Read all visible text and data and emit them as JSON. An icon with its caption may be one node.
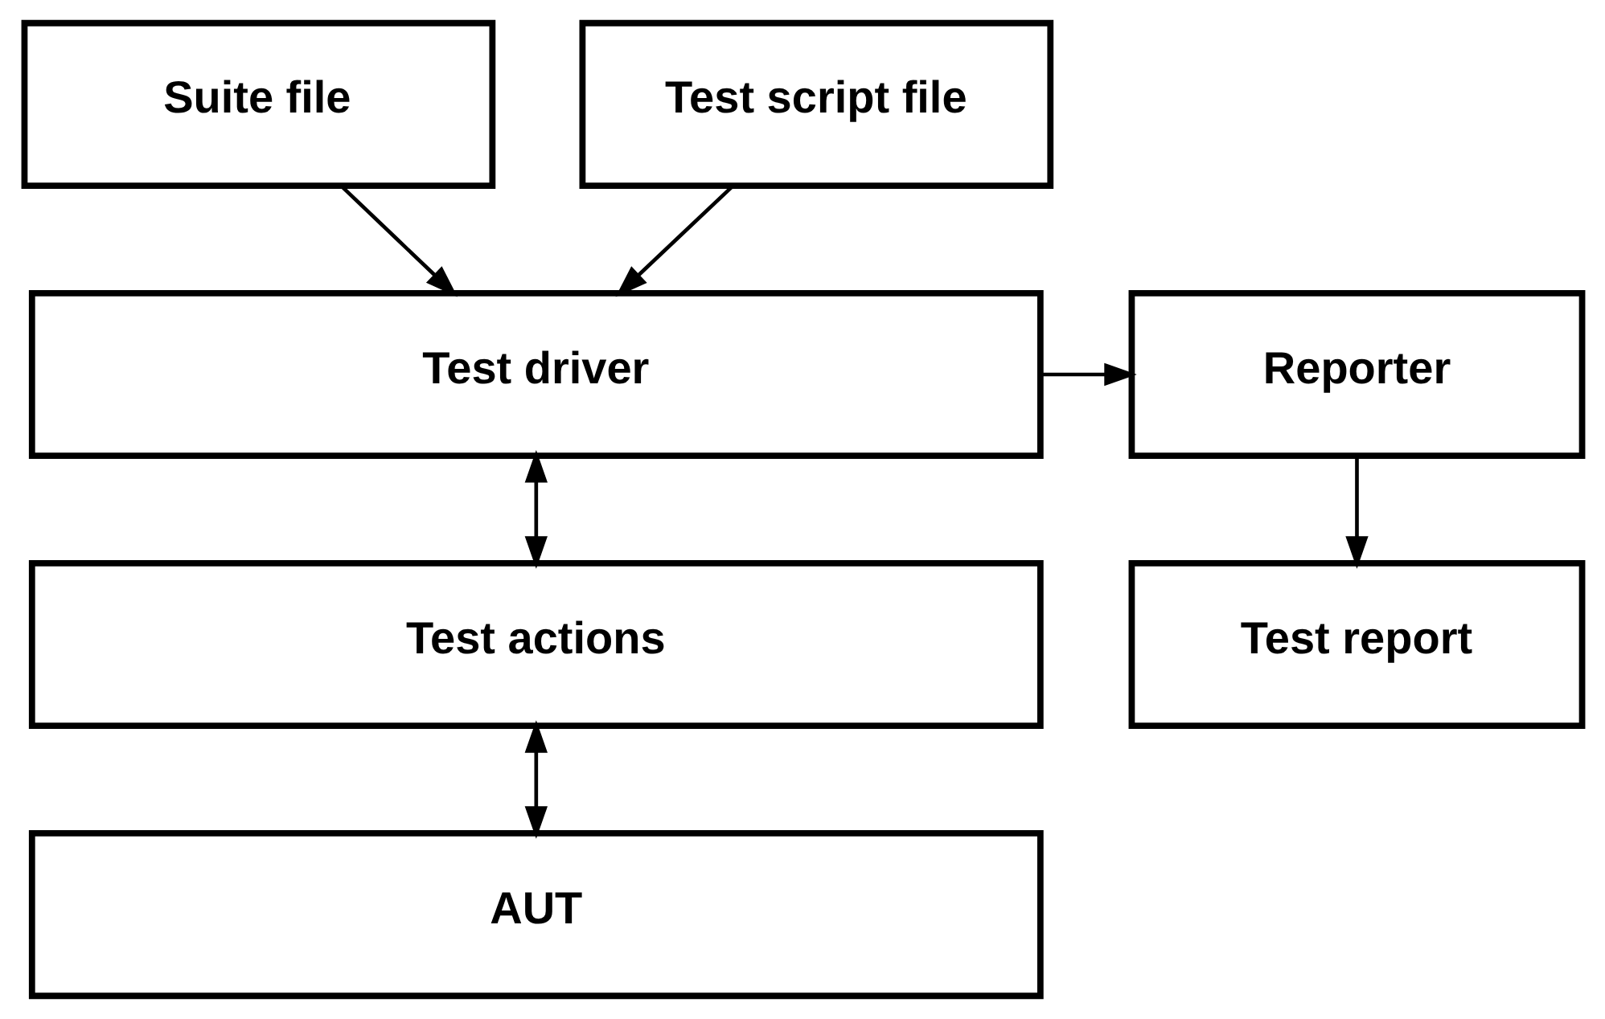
{
  "diagram": {
    "nodes": [
      {
        "text": [
          "Suite file"
        ]
      },
      {
        "text": [
          "Test script file"
        ]
      },
      {
        "text": [
          "Test driver"
        ]
      },
      {
        "text": [
          "Reporter"
        ]
      },
      {
        "text": [
          "Test actions"
        ]
      },
      {
        "text": [
          "Test report"
        ]
      },
      {
        "text": [
          "AUT"
        ]
      }
    ],
    "edges": [
      {
        "from": 0,
        "to": 2,
        "arrow": "to"
      },
      {
        "from": 1,
        "to": 2,
        "arrow": "to"
      },
      {
        "from": 2,
        "to": 3,
        "arrow": "to"
      },
      {
        "from": 2,
        "to": 4,
        "arrow": "both"
      },
      {
        "from": 3,
        "to": 5,
        "arrow": "to"
      },
      {
        "from": 4,
        "to": 6,
        "arrow": "both"
      }
    ]
  }
}
